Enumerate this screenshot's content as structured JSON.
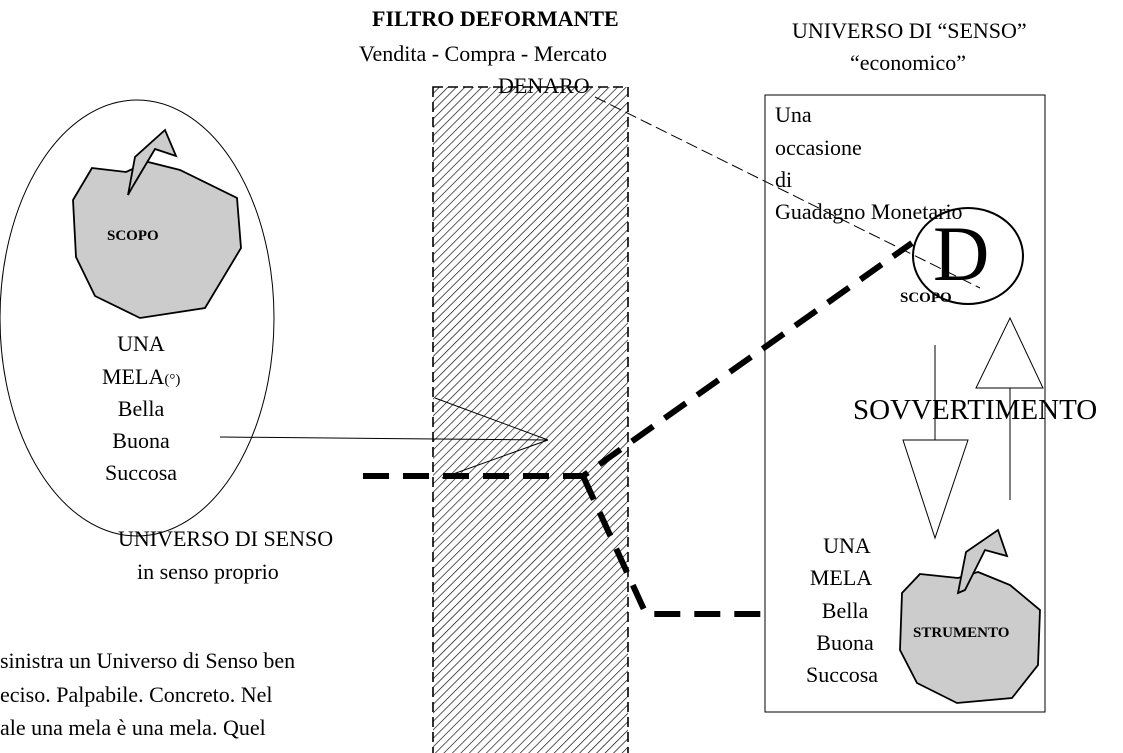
{
  "filter": {
    "title": "FILTRO DEFORMANTE",
    "subtitle": "Vendita - Compra - Mercato",
    "money": "DENARO"
  },
  "right_universe": {
    "title_line1": "UNIVERSO DI “SENSO”",
    "title_line2": "“economico”",
    "occasion_lines": [
      "Una",
      "occasione",
      "di",
      "Guadagno Monetario"
    ],
    "d_letter": "D",
    "scopo": "SCOPO",
    "subversion": "SOVVERTIMENTO",
    "apple_lines": [
      "UNA",
      "MELA",
      "Bella",
      "Buona",
      "Succosa"
    ],
    "strumento": "STRUMENTO"
  },
  "left_universe": {
    "scopo": "SCOPO",
    "apple_lines": [
      "UNA",
      "MELA",
      "Bella",
      "Buona",
      "Succosa"
    ],
    "degree_mark": "(°)",
    "caption_line1": "UNIVERSO DI SENSO",
    "caption_line2": "in senso proprio"
  },
  "body_text": {
    "line1": "sinistra un Universo di Senso ben",
    "line2": "eciso. Palpabile. Concreto. Nel",
    "line3": "ale una mela è una mela. Quel"
  },
  "colors": {
    "apple_fill": "#cccccc",
    "stroke": "#000000"
  }
}
